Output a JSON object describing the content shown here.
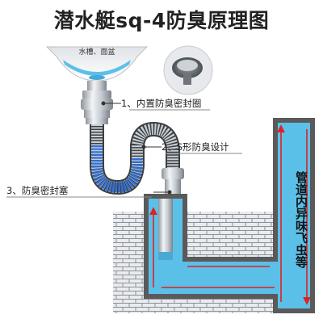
{
  "title": "潜水艇sq-4防臭原理图",
  "sink_label": "水槽、面盆",
  "callouts": [
    {
      "text": "1、内置防臭密封圈"
    },
    {
      "text": "2、S形防臭设计"
    },
    {
      "text": "3、防臭密封塞"
    }
  ],
  "pipe_label": "管道内异味飞虫等",
  "colors": {
    "water": "#5bc0e8",
    "pipe_frame": "#5a5a5a",
    "arrow": "#e02020",
    "brick": "#9aa0a6",
    "hose_blue": "#2f6fd6",
    "chrome": "#c9ced3"
  }
}
